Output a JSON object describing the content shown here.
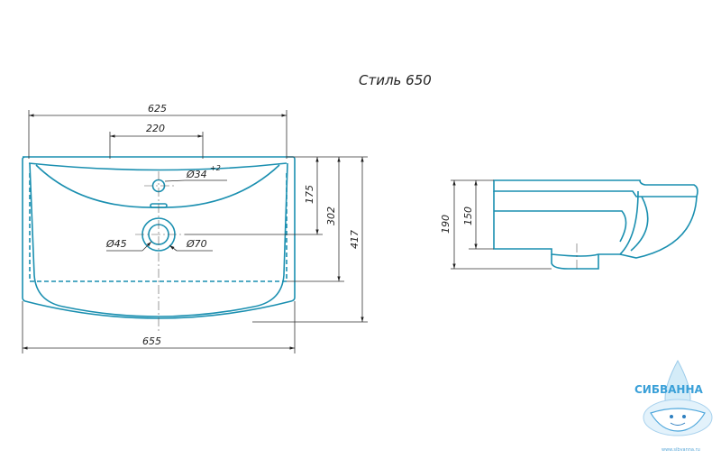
{
  "title": "Стиль 650",
  "dimensions": {
    "top_width": "625",
    "tap_spacing": "220",
    "tap_hole": "Ø34",
    "tap_hole_tol": "+2",
    "depth_175": "175",
    "depth_302": "302",
    "depth_417": "417",
    "drain_inner": "Ø45",
    "drain_outer": "Ø70",
    "bottom_width": "655",
    "side_height": "190",
    "side_bowl": "150"
  },
  "logo": {
    "name": "СИБВАННА",
    "url": "www.sibvanna.ru"
  },
  "colors": {
    "outline": "#1a8fb0",
    "logo": "#3aa0d8"
  }
}
